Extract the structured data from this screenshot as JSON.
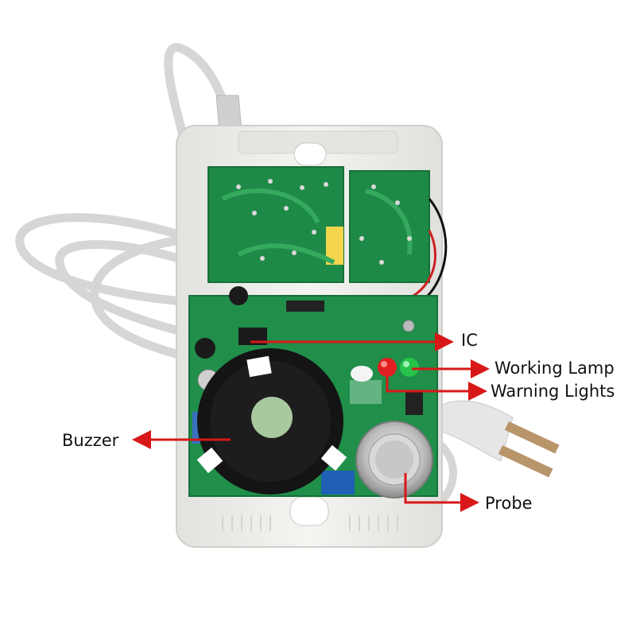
{
  "labels": {
    "ic": "IC",
    "working_lamp": "Working Lamp",
    "warning_lights": "Warning Lights",
    "buzzer": "Buzzer",
    "probe": "Probe"
  },
  "colors": {
    "arrow": "#d81818",
    "pcb_green": "#1f8f4a",
    "housing": "#eeeeea",
    "cable": "#dcdcdc",
    "buzzer_black": "#141414",
    "led_red": "#e02020",
    "led_green": "#27c24a"
  }
}
